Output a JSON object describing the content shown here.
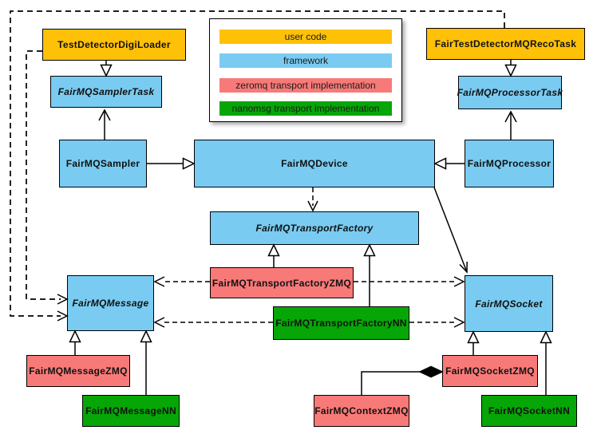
{
  "legend": {
    "items": [
      {
        "label": "user code",
        "color": "#FFC107"
      },
      {
        "label": "framework",
        "color": "#79CBF1"
      },
      {
        "label": "zeromq transport implementation",
        "color": "#F87A78"
      },
      {
        "label": "nanomsg transport implementation",
        "color": "#06A606"
      }
    ]
  },
  "nodes": {
    "tddl": {
      "label": "TestDetectorDigiLoader",
      "category": "user code"
    },
    "recoTask": {
      "label": "FairTestDetectorMQRecoTask",
      "category": "user code"
    },
    "samplerTask": {
      "label": "FairMQSamplerTask",
      "category": "framework",
      "abstract": true
    },
    "processorTask": {
      "label": "FairMQProcessorTask",
      "category": "framework",
      "abstract": true
    },
    "sampler": {
      "label": "FairMQSampler",
      "category": "framework"
    },
    "device": {
      "label": "FairMQDevice",
      "category": "framework"
    },
    "processor": {
      "label": "FairMQProcessor",
      "category": "framework"
    },
    "factory": {
      "label": "FairMQTransportFactory",
      "category": "framework",
      "abstract": true
    },
    "factoryZMQ": {
      "label": "FairMQTransportFactoryZMQ",
      "category": "zeromq transport implementation"
    },
    "factoryNN": {
      "label": "FairMQTransportFactoryNN",
      "category": "nanomsg transport implementation"
    },
    "message": {
      "label": "FairMQMessage",
      "category": "framework",
      "abstract": true
    },
    "socket": {
      "label": "FairMQSocket",
      "category": "framework",
      "abstract": true
    },
    "messageZMQ": {
      "label": "FairMQMessageZMQ",
      "category": "zeromq transport implementation"
    },
    "messageNN": {
      "label": "FairMQMessageNN",
      "category": "nanomsg transport implementation"
    },
    "socketZMQ": {
      "label": "FairMQSocketZMQ",
      "category": "zeromq transport implementation"
    },
    "contextZMQ": {
      "label": "FairMQContextZMQ",
      "category": "zeromq transport implementation"
    },
    "socketNN": {
      "label": "FairMQSocketNN",
      "category": "nanomsg transport implementation"
    }
  },
  "edges": [
    {
      "from": "TestDetectorDigiLoader",
      "to": "FairMQSamplerTask",
      "type": "inheritance"
    },
    {
      "from": "FairTestDetectorMQRecoTask",
      "to": "FairMQProcessorTask",
      "type": "inheritance"
    },
    {
      "from": "FairMQSampler",
      "to": "FairMQSamplerTask",
      "type": "association"
    },
    {
      "from": "FairMQProcessor",
      "to": "FairMQProcessorTask",
      "type": "association"
    },
    {
      "from": "FairMQSampler",
      "to": "FairMQDevice",
      "type": "inheritance"
    },
    {
      "from": "FairMQProcessor",
      "to": "FairMQDevice",
      "type": "inheritance"
    },
    {
      "from": "FairMQDevice",
      "to": "FairMQTransportFactory",
      "type": "dependency"
    },
    {
      "from": "FairMQDevice",
      "to": "FairMQSocket",
      "type": "association"
    },
    {
      "from": "FairMQTransportFactoryZMQ",
      "to": "FairMQTransportFactory",
      "type": "inheritance"
    },
    {
      "from": "FairMQTransportFactoryNN",
      "to": "FairMQTransportFactory",
      "type": "inheritance"
    },
    {
      "from": "FairMQTransportFactoryZMQ",
      "to": "FairMQMessage",
      "type": "dependency"
    },
    {
      "from": "FairMQTransportFactoryZMQ",
      "to": "FairMQSocket",
      "type": "dependency"
    },
    {
      "from": "FairMQTransportFactoryNN",
      "to": "FairMQMessage",
      "type": "dependency"
    },
    {
      "from": "FairMQTransportFactoryNN",
      "to": "FairMQSocket",
      "type": "dependency"
    },
    {
      "from": "TestDetectorDigiLoader",
      "to": "FairMQMessage",
      "type": "dependency"
    },
    {
      "from": "FairTestDetectorMQRecoTask",
      "to": "FairMQMessage",
      "type": "dependency"
    },
    {
      "from": "FairMQMessageZMQ",
      "to": "FairMQMessage",
      "type": "inheritance"
    },
    {
      "from": "FairMQMessageNN",
      "to": "FairMQMessage",
      "type": "inheritance"
    },
    {
      "from": "FairMQSocketZMQ",
      "to": "FairMQSocket",
      "type": "inheritance"
    },
    {
      "from": "FairMQSocketNN",
      "to": "FairMQSocket",
      "type": "inheritance"
    },
    {
      "from": "FairMQContextZMQ",
      "to": "FairMQSocketZMQ",
      "type": "composition"
    }
  ],
  "colors": {
    "user_code": "#FFC107",
    "framework": "#79CBF1",
    "zeromq": "#F87A78",
    "nanomsg": "#06A606",
    "line": "#000000",
    "background": "#ffffff"
  }
}
